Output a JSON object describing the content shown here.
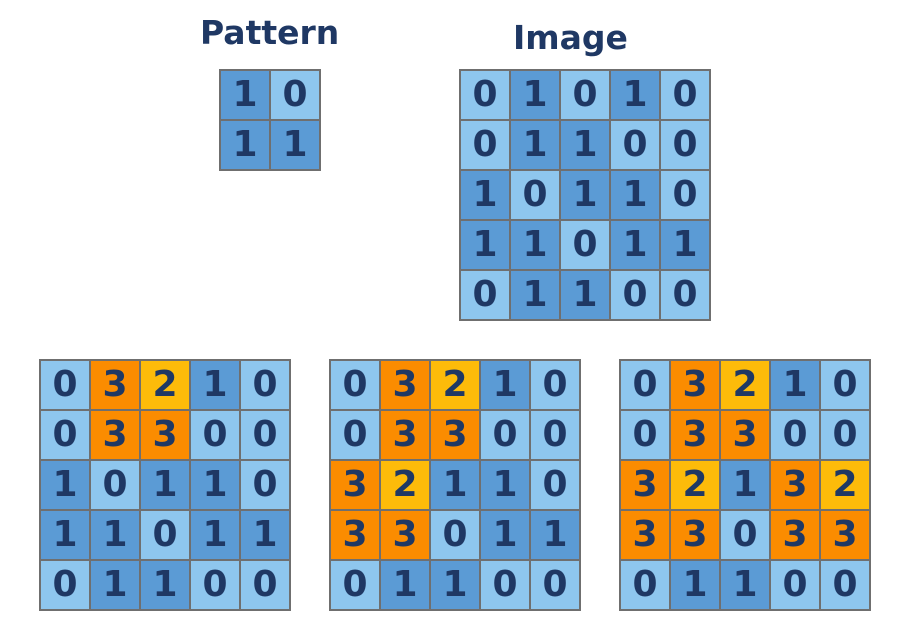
{
  "pattern": {
    "title": "Pattern",
    "rows": [
      [
        "1",
        "0"
      ],
      [
        "1",
        "1"
      ]
    ]
  },
  "image": {
    "title": "Image",
    "rows": [
      [
        "0",
        "1",
        "0",
        "1",
        "0"
      ],
      [
        "0",
        "1",
        "1",
        "0",
        "0"
      ],
      [
        "1",
        "0",
        "1",
        "1",
        "0"
      ],
      [
        "1",
        "1",
        "0",
        "1",
        "1"
      ],
      [
        "0",
        "1",
        "1",
        "0",
        "0"
      ]
    ]
  },
  "results": [
    {
      "rows": [
        [
          "0",
          "3",
          "2",
          "1",
          "0"
        ],
        [
          "0",
          "3",
          "3",
          "0",
          "0"
        ],
        [
          "1",
          "0",
          "1",
          "1",
          "0"
        ],
        [
          "1",
          "1",
          "0",
          "1",
          "1"
        ],
        [
          "0",
          "1",
          "1",
          "0",
          "0"
        ]
      ],
      "highlights": [
        [
          "",
          "match",
          "partial",
          "",
          ""
        ],
        [
          "",
          "match",
          "match",
          "",
          ""
        ],
        [
          "",
          "",
          "",
          "",
          ""
        ],
        [
          "",
          "",
          "",
          "",
          ""
        ],
        [
          "",
          "",
          "",
          "",
          ""
        ]
      ]
    },
    {
      "rows": [
        [
          "0",
          "3",
          "2",
          "1",
          "0"
        ],
        [
          "0",
          "3",
          "3",
          "0",
          "0"
        ],
        [
          "3",
          "2",
          "1",
          "1",
          "0"
        ],
        [
          "3",
          "3",
          "0",
          "1",
          "1"
        ],
        [
          "0",
          "1",
          "1",
          "0",
          "0"
        ]
      ],
      "highlights": [
        [
          "",
          "match",
          "partial",
          "",
          ""
        ],
        [
          "",
          "match",
          "match",
          "",
          ""
        ],
        [
          "match",
          "partial",
          "",
          "",
          ""
        ],
        [
          "match",
          "match",
          "",
          "",
          ""
        ],
        [
          "",
          "",
          "",
          "",
          ""
        ]
      ]
    },
    {
      "rows": [
        [
          "0",
          "3",
          "2",
          "1",
          "0"
        ],
        [
          "0",
          "3",
          "3",
          "0",
          "0"
        ],
        [
          "3",
          "2",
          "1",
          "3",
          "2"
        ],
        [
          "3",
          "3",
          "0",
          "3",
          "3"
        ],
        [
          "0",
          "1",
          "1",
          "0",
          "0"
        ]
      ],
      "highlights": [
        [
          "",
          "match",
          "partial",
          "",
          ""
        ],
        [
          "",
          "match",
          "match",
          "",
          ""
        ],
        [
          "match",
          "partial",
          "",
          "match",
          "partial"
        ],
        [
          "match",
          "match",
          "",
          "match",
          "match"
        ],
        [
          "",
          "",
          "",
          "",
          ""
        ]
      ]
    }
  ],
  "colors": {
    "light": "#8ec6ee",
    "dark": "#5b9bd5",
    "match": "#fb8c00",
    "partial": "#fdbb0a",
    "text": "#1f3864",
    "border": "#6f6f6f"
  }
}
